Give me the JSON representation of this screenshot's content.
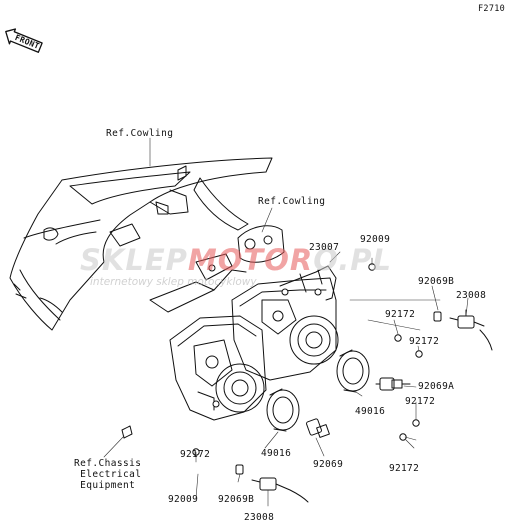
{
  "figure_code": "F2710",
  "front_arrow": "FRONT",
  "watermark": {
    "brand_a": "SKLEP",
    "brand_b": "MOTOR",
    "brand_c": "O.PL",
    "tagline": "internetowy sklep motocyklowy"
  },
  "refs": {
    "cowling_upper": "Ref.Cowling",
    "cowling_mid": "Ref.Cowling",
    "chassis": "Ref.Chassis\n Electrical\n Equipment"
  },
  "parts": {
    "p23007": "23007",
    "p92009_top": "92009",
    "p92069B_right": "92069B",
    "p23008_right": "23008",
    "p92172_a": "92172",
    "p92172_b": "92172",
    "p92069A": "92069A",
    "p49016_right": "49016",
    "p92172_c": "92172",
    "p92172_d": "92172",
    "p49016_left": "49016",
    "p92069": "92069",
    "p92172_left": "92172",
    "p92009_bottom": "92009",
    "p92069B_bottom": "92069B",
    "p23008_bottom": "23008"
  }
}
